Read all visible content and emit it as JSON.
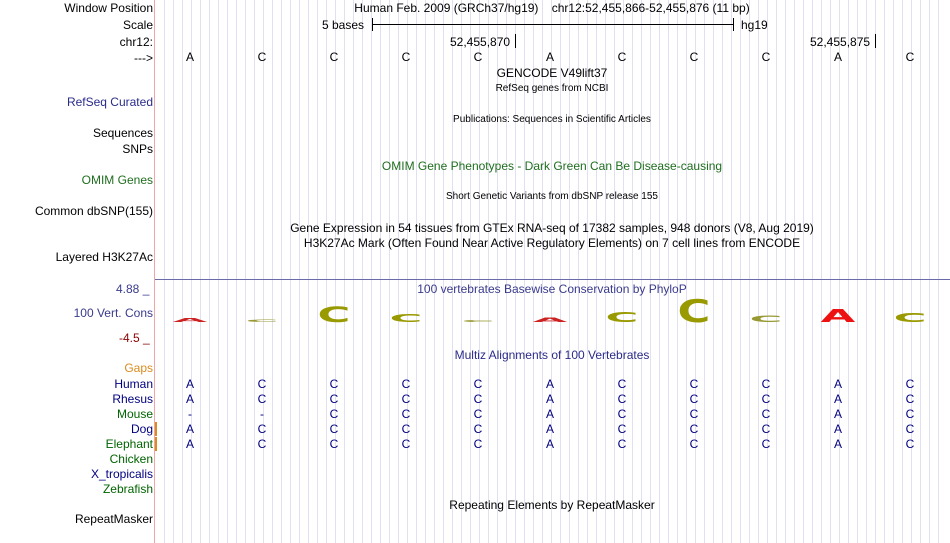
{
  "header": {
    "window_position_label": "Window Position",
    "scale_label": "Scale",
    "chrom_label": "chr12:",
    "strand_label": "--->",
    "assembly_text": "Human Feb. 2009 (GRCh37/hg19)",
    "position_text": "chr12:52,455,866-52,455,876 (11 bp)",
    "scale_text": "5 bases",
    "db_text": "hg19",
    "coord1": "52,455,870",
    "coord2": "52,455,875"
  },
  "sequence": [
    "A",
    "C",
    "C",
    "C",
    "C",
    "A",
    "C",
    "C",
    "C",
    "A",
    "C"
  ],
  "tracks": {
    "gencode_title": "GENCODE V49lift37",
    "refseq_title": "RefSeq genes from NCBI",
    "refseq_label": "RefSeq Curated",
    "publications_title": "Publications: Sequences in Scientific Articles",
    "sequences_label": "Sequences",
    "snps_label": "SNPs",
    "omim_title": "OMIM Gene Phenotypes - Dark Green Can Be Disease-causing",
    "omim_label": "OMIM Genes",
    "dbsnp_title": "Short Genetic Variants from dbSNP release 155",
    "dbsnp_label": "Common dbSNP(155)",
    "gtex_title": "Gene Expression in 54 tissues from GTEx RNA-seq of 17382 samples, 948 donors (V8, Aug 2019)",
    "h3k27_title": "H3K27Ac Mark (Often Found Near Active Regulatory Elements) on 7 cell lines from ENCODE",
    "h3k27_label": "Layered H3K27Ac",
    "cons_title": "100 vertebrates Basewise Conservation by PhyloP",
    "cons_label": "100 Vert. Cons",
    "cons_max": "4.88 _",
    "cons_min": "-4.5 _",
    "multiz_title": "Multiz Alignments of 100 Vertebrates",
    "gaps_label": "Gaps",
    "rmsk_title": "Repeating Elements by RepeatMasker",
    "rmsk_label": "RepeatMasker"
  },
  "conservation": {
    "letters": [
      "A",
      "C",
      "C",
      "C",
      "C",
      "A",
      "C",
      "C",
      "C",
      "A",
      "C"
    ],
    "scores": [
      -0.4,
      -0.3,
      1.8,
      0.9,
      -0.2,
      -0.5,
      1.1,
      2.6,
      0.7,
      1.5,
      1.0
    ],
    "colors": [
      "#cc2222",
      "#999933",
      "#999900",
      "#999900",
      "#999933",
      "#cc2222",
      "#999900",
      "#999900",
      "#999933",
      "#ee1111",
      "#999900"
    ]
  },
  "species": [
    {
      "name": "Human",
      "color": "#000080",
      "bases": [
        "A",
        "C",
        "C",
        "C",
        "C",
        "A",
        "C",
        "C",
        "C",
        "A",
        "C"
      ]
    },
    {
      "name": "Rhesus",
      "color": "#000080",
      "bases": [
        "A",
        "C",
        "C",
        "C",
        "C",
        "A",
        "C",
        "C",
        "C",
        "A",
        "C"
      ]
    },
    {
      "name": "Mouse",
      "color": "#006400",
      "bases": [
        "-",
        "-",
        "C",
        "C",
        "C",
        "A",
        "C",
        "C",
        "C",
        "A",
        "C"
      ]
    },
    {
      "name": "Dog",
      "color": "#000080",
      "bases": [
        "A",
        "C",
        "C",
        "C",
        "C",
        "A",
        "C",
        "C",
        "C",
        "A",
        "C"
      ]
    },
    {
      "name": "Elephant",
      "color": "#006400",
      "bases": [
        "A",
        "C",
        "C",
        "C",
        "C",
        "A",
        "C",
        "C",
        "C",
        "A",
        "C"
      ]
    },
    {
      "name": "Chicken",
      "color": "#006400",
      "bases": []
    },
    {
      "name": "X_tropicalis",
      "color": "#000080",
      "bases": []
    },
    {
      "name": "Zebrafish",
      "color": "#006400",
      "bases": []
    }
  ],
  "colors": {
    "navy_label": "#2b2b8a",
    "green_label": "#1f6e1f",
    "maroon": "#8b0000",
    "gaps": "#d98c20",
    "cons_blue": "#3a3a8c"
  }
}
